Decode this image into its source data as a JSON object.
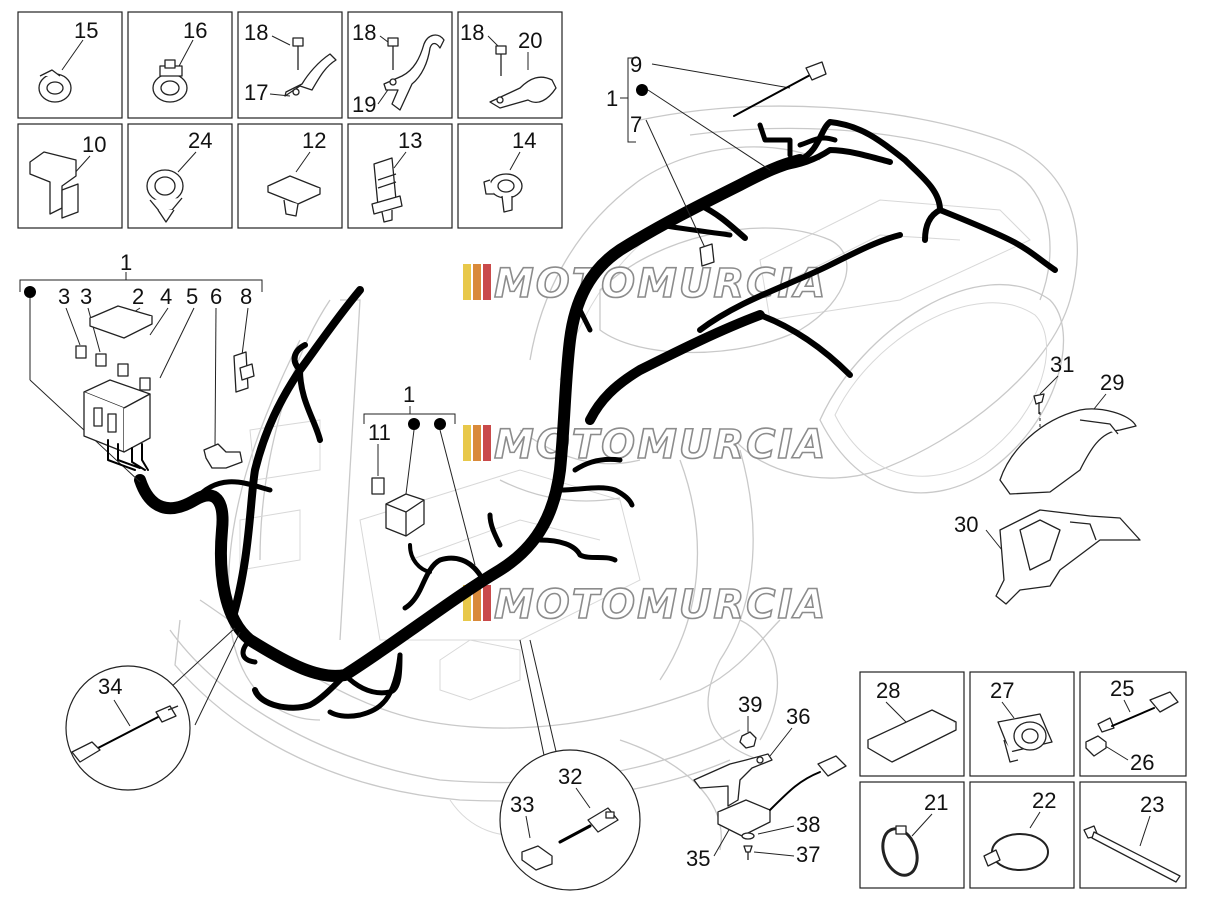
{
  "diagram": {
    "watermark": "MOTOMURCIA",
    "watermark_colors": [
      "#e8c84a",
      "#d98a3a",
      "#c94a4a",
      "#6aa0d0"
    ],
    "callouts": {
      "n15": "15",
      "n16": "16",
      "n18a": "18",
      "n17": "17",
      "n18b": "18",
      "n19": "19",
      "n18c": "18",
      "n20": "20",
      "n10": "10",
      "n24": "24",
      "n12": "12",
      "n13": "13",
      "n14": "14",
      "n9": "9",
      "n1a": "1",
      "n7": "7",
      "n1b": "1",
      "n3a": "3",
      "n3b": "3",
      "n2": "2",
      "n4": "4",
      "n5": "5",
      "n6": "6",
      "n8": "8",
      "n1c": "1",
      "n11": "11",
      "n31": "31",
      "n29": "29",
      "n30": "30",
      "n34": "34",
      "n39": "39",
      "n36": "36",
      "n32": "32",
      "n33": "33",
      "n38": "38",
      "n35": "35",
      "n37": "37",
      "n28": "28",
      "n27": "27",
      "n25": "25",
      "n26": "26",
      "n21": "21",
      "n22": "22",
      "n23": "23"
    }
  }
}
